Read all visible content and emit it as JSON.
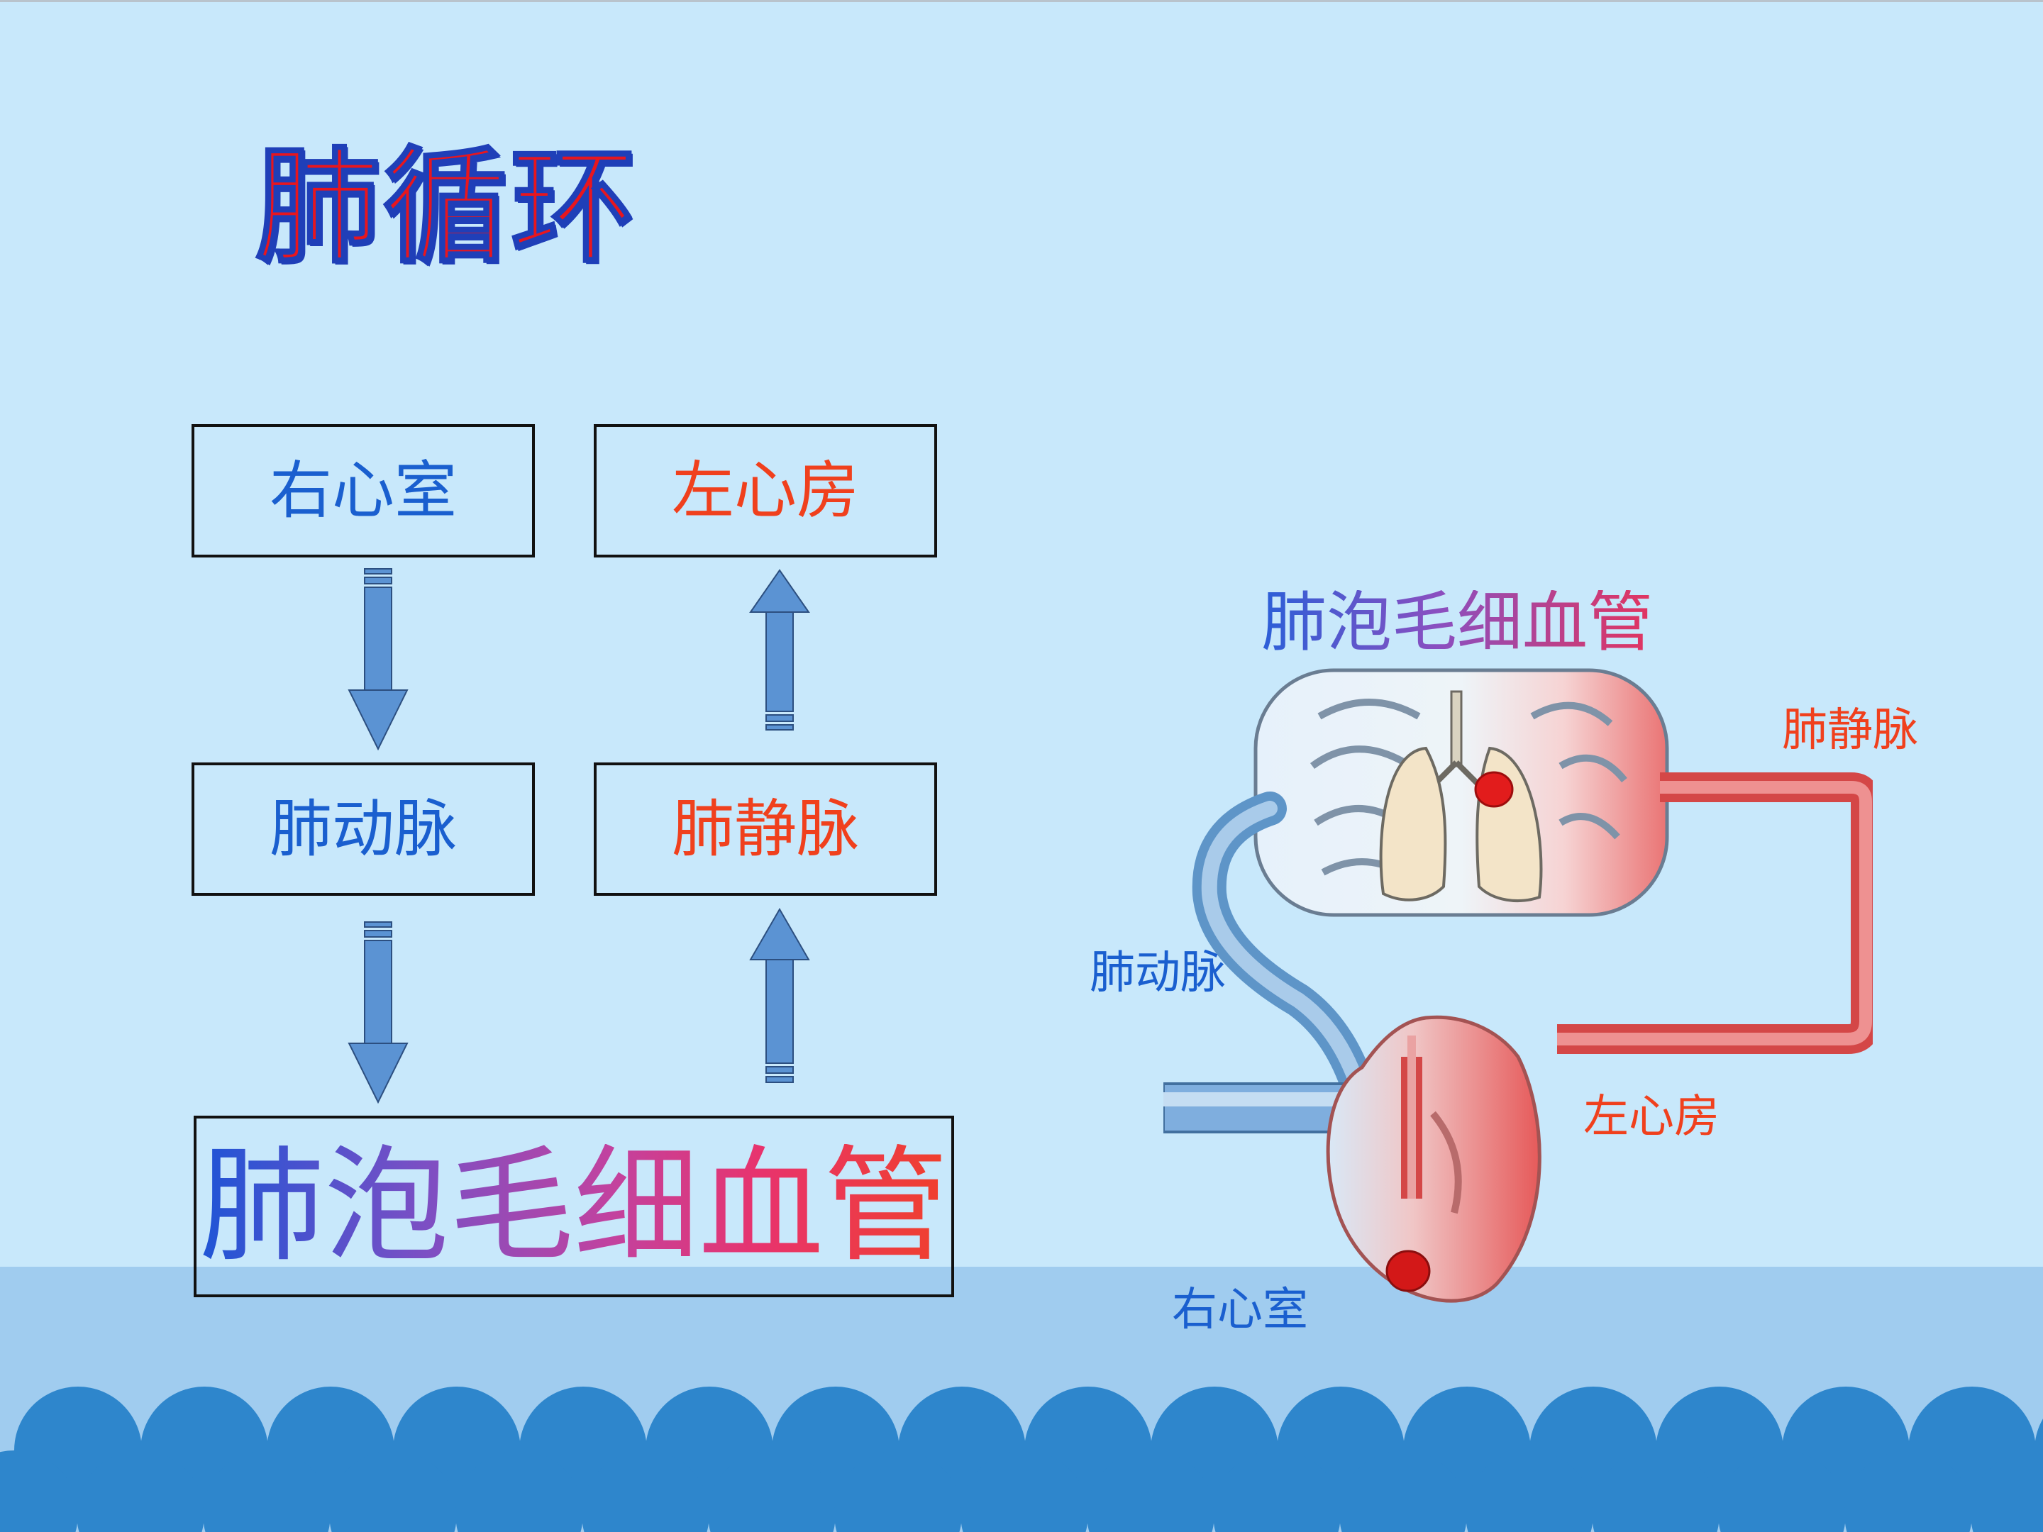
{
  "title": "肺循环",
  "flow": {
    "right_ventricle": "右心室",
    "left_atrium": "左心房",
    "pulmonary_artery": "肺动脉",
    "pulmonary_vein": "肺静脉",
    "capillaries": "肺泡毛细血管"
  },
  "diagram": {
    "capillaries_label": "肺泡毛细血管",
    "pulmonary_vein_label": "肺静脉",
    "pulmonary_artery_label": "肺动脉",
    "left_atrium_label": "左心房",
    "right_ventricle_label": "右心室"
  },
  "colors": {
    "background": "#c8e8fb",
    "sea": "#a0ccef",
    "waves": "#2e86cc",
    "arrow": "#5b93d3",
    "blue_text": "#1a5fcf",
    "red_text": "#f0401d"
  }
}
